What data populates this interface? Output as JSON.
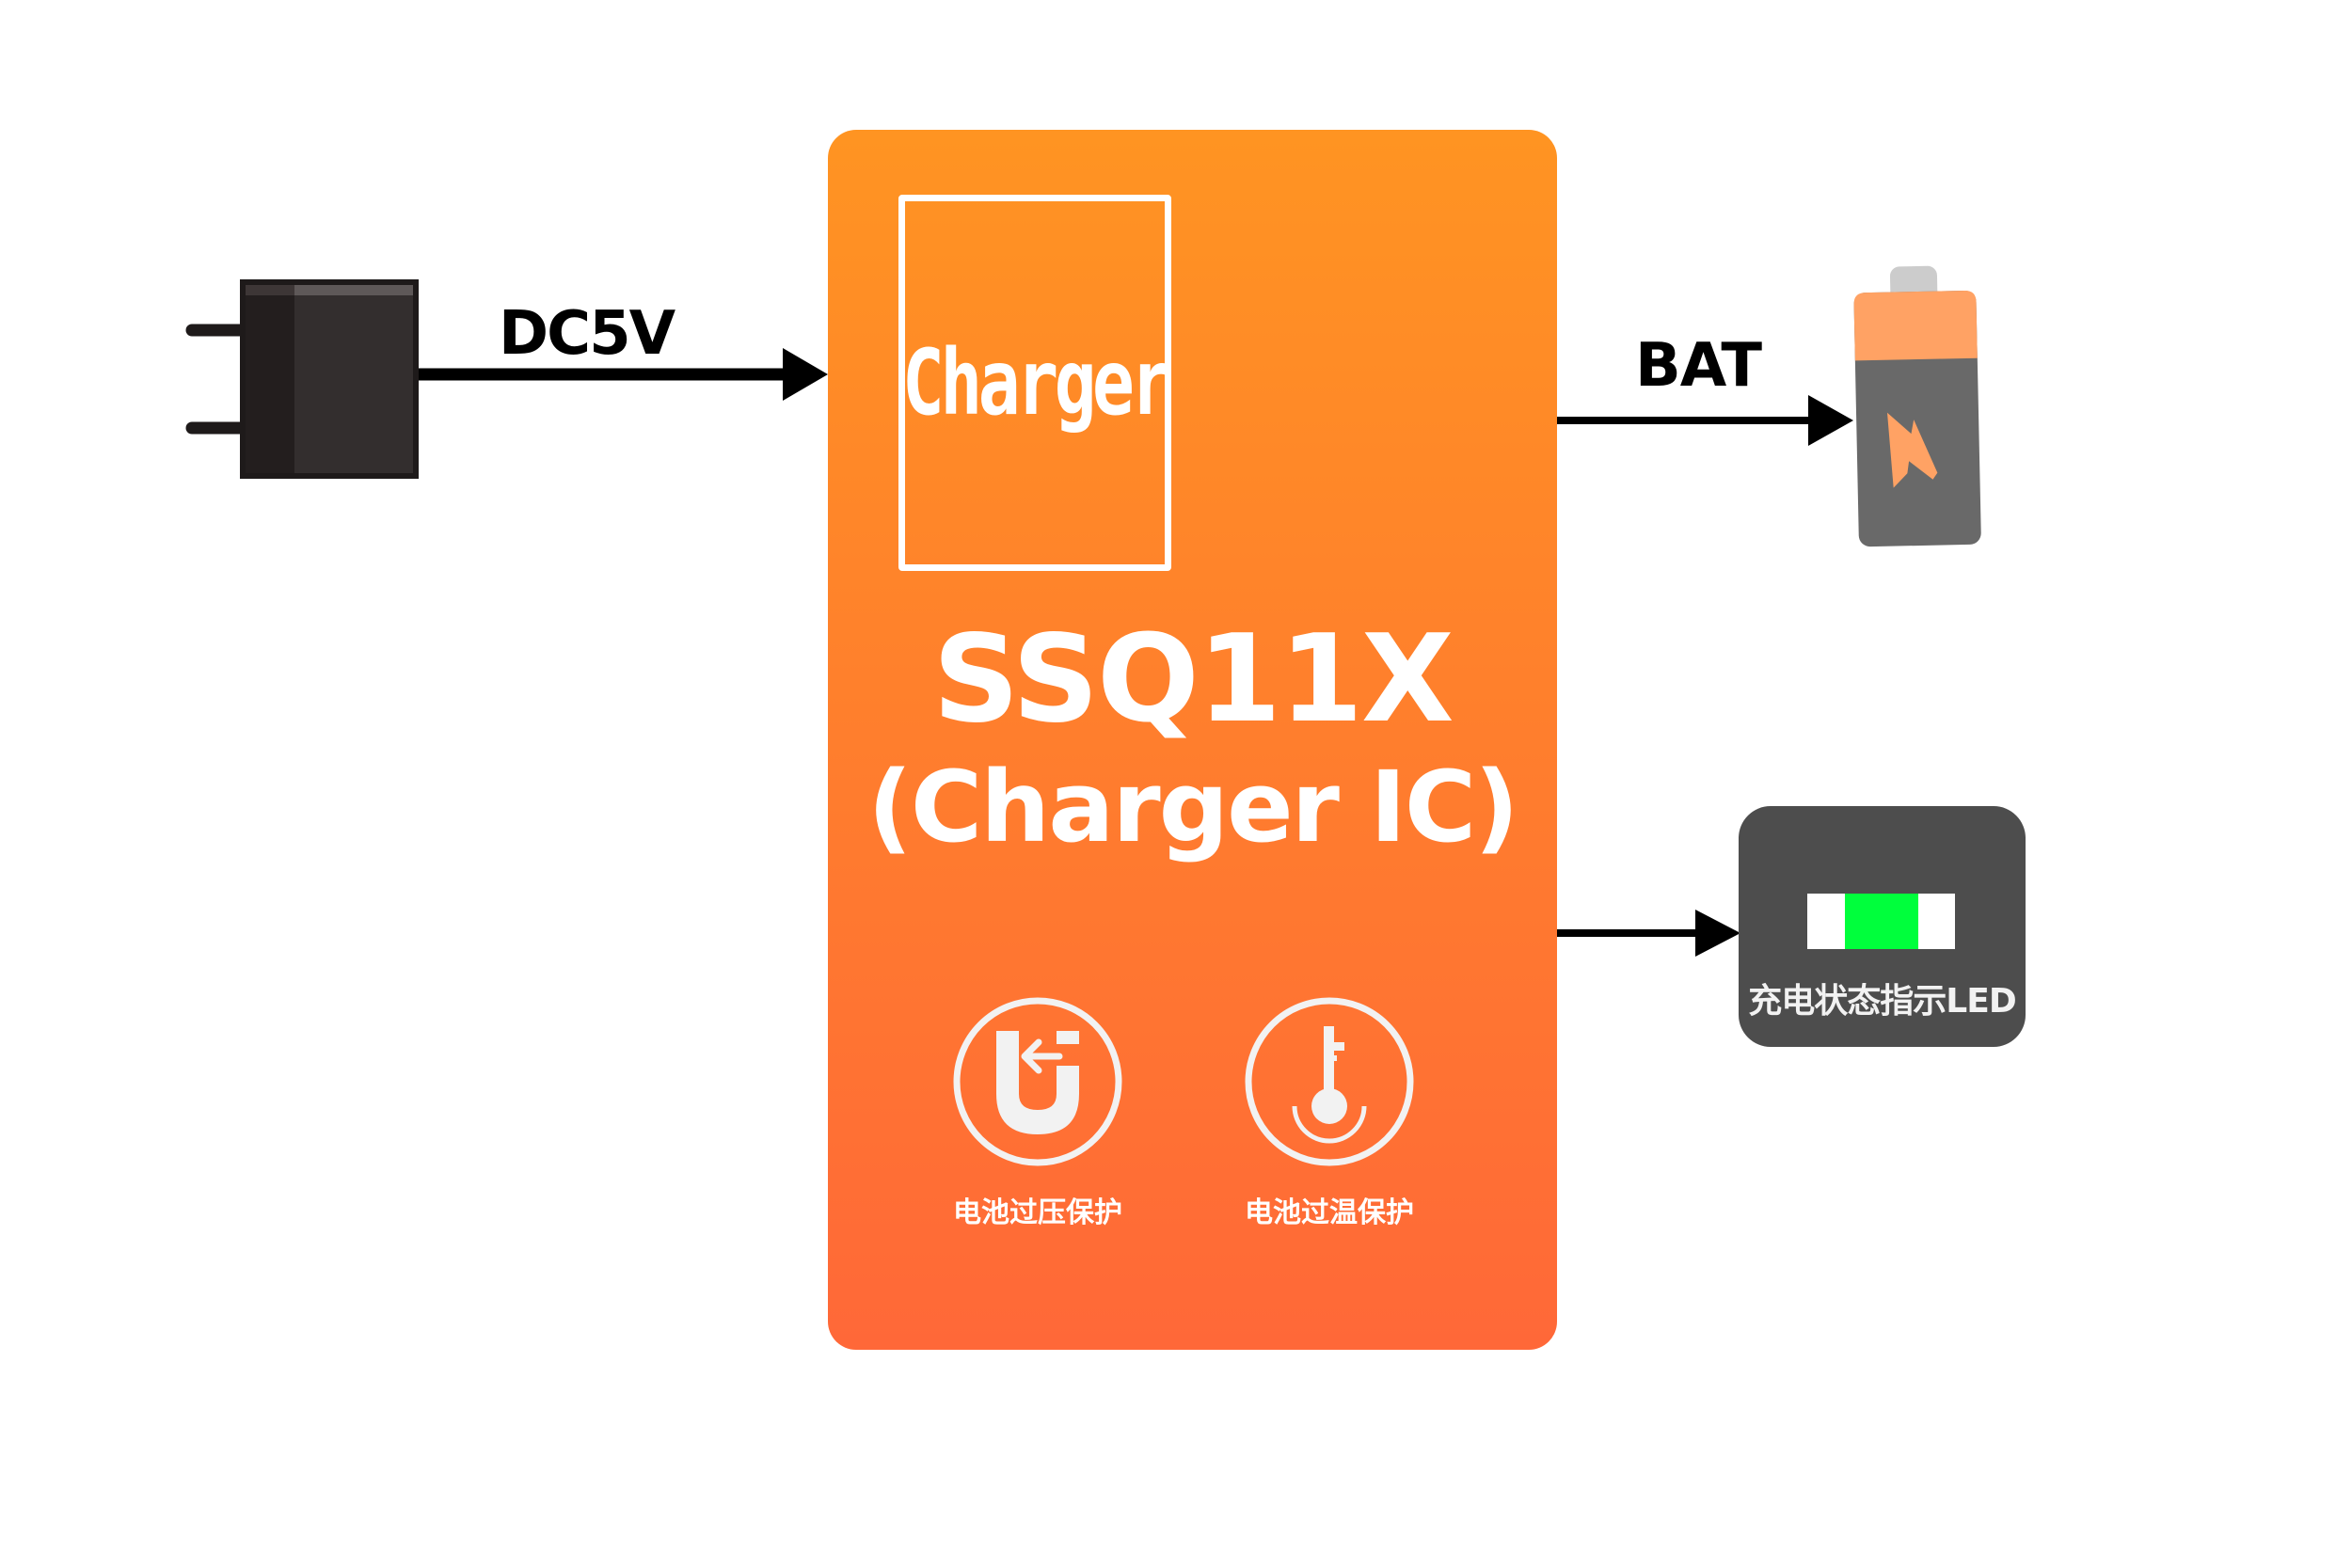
{
  "input": {
    "source_icon": "power-adapter-plug-icon",
    "label": "DC5V"
  },
  "chip": {
    "badge_text": "Charger",
    "name": "SSQ11X",
    "subtitle": "(Charger IC)",
    "gradient_colors": [
      "#ff9422",
      "#ff6838"
    ],
    "features": [
      {
        "icon": "overvoltage-magnet-icon",
        "label": "电池过压保护"
      },
      {
        "icon": "temperature-probe-icon",
        "label": "电池过温保护"
      }
    ]
  },
  "outputs": {
    "battery": {
      "label": "BAT",
      "icon": "battery-charging-icon"
    },
    "led": {
      "label": "充电状态指示LED",
      "icon": "led-indicator-icon",
      "led_color": "#00ff3c"
    }
  }
}
